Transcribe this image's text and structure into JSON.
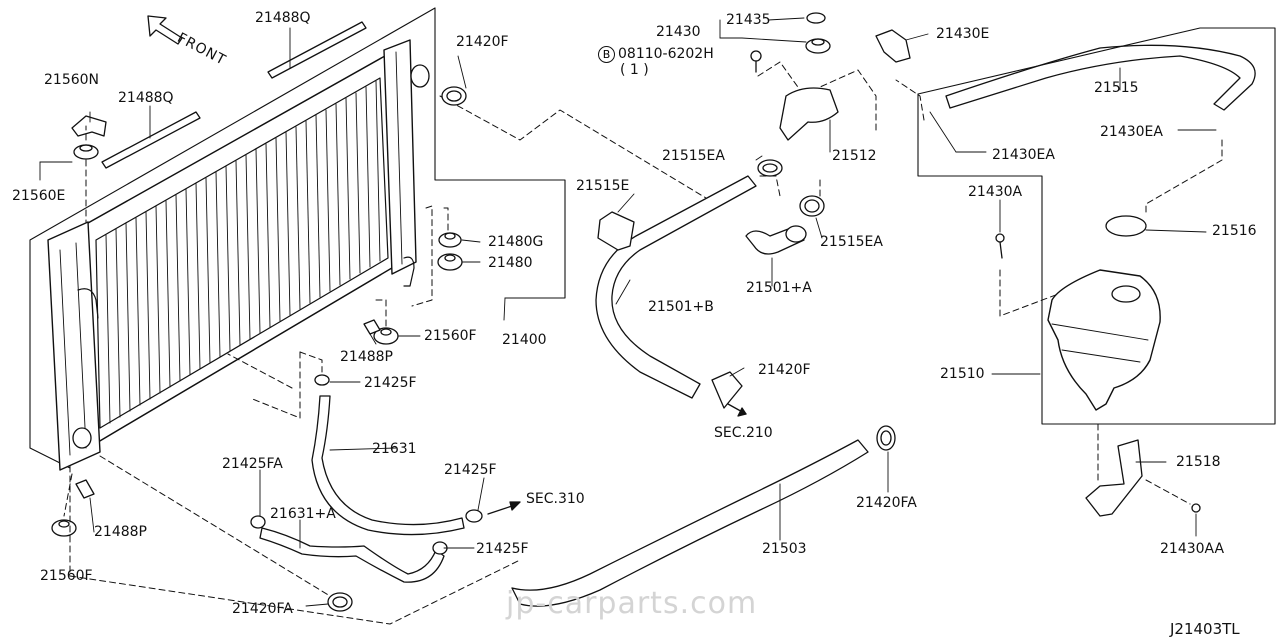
{
  "diagram": {
    "code": "J21403TL",
    "watermark": "jp-carparts.com",
    "front_label": "FRONT",
    "bolt_prefix": "B"
  },
  "labels": {
    "p21488Q_a": "21488Q",
    "p21488Q_b": "21488Q",
    "p21560N": "21560N",
    "p21560E": "21560E",
    "p21420F_a": "21420F",
    "p21480G": "21480G",
    "p21480": "21480",
    "p21400": "21400",
    "p21488P_a": "21488P",
    "p21560F_a": "21560F",
    "p21425F_a": "21425F",
    "p21631": "21631",
    "p21425FA": "21425FA",
    "p21631A": "21631+A",
    "p21425F_b": "21425F",
    "p21425F_c": "21425F",
    "sec310": "SEC.310",
    "p21488P_b": "21488P",
    "p21560F_b": "21560F",
    "p21420FA_a": "21420FA",
    "p21430": "21430",
    "p21435": "21435",
    "bolt": "08110-6202H",
    "bolt_qty": "( 1 )",
    "p21515EA_a": "21515EA",
    "p21515E": "21515E",
    "p21512": "21512",
    "p21515EA_b": "21515EA",
    "p21501A": "21501+A",
    "p21501B": "21501+B",
    "p21420F_b": "21420F",
    "sec210": "SEC.210",
    "p21503": "21503",
    "p21420FA_b": "21420FA",
    "p21430E": "21430E",
    "p21515": "21515",
    "p21430EA_a": "21430EA",
    "p21430EA_b": "21430EA",
    "p21430A": "21430A",
    "p21516": "21516",
    "p21510": "21510",
    "p21518": "21518",
    "p21430AA": "21430AA"
  }
}
